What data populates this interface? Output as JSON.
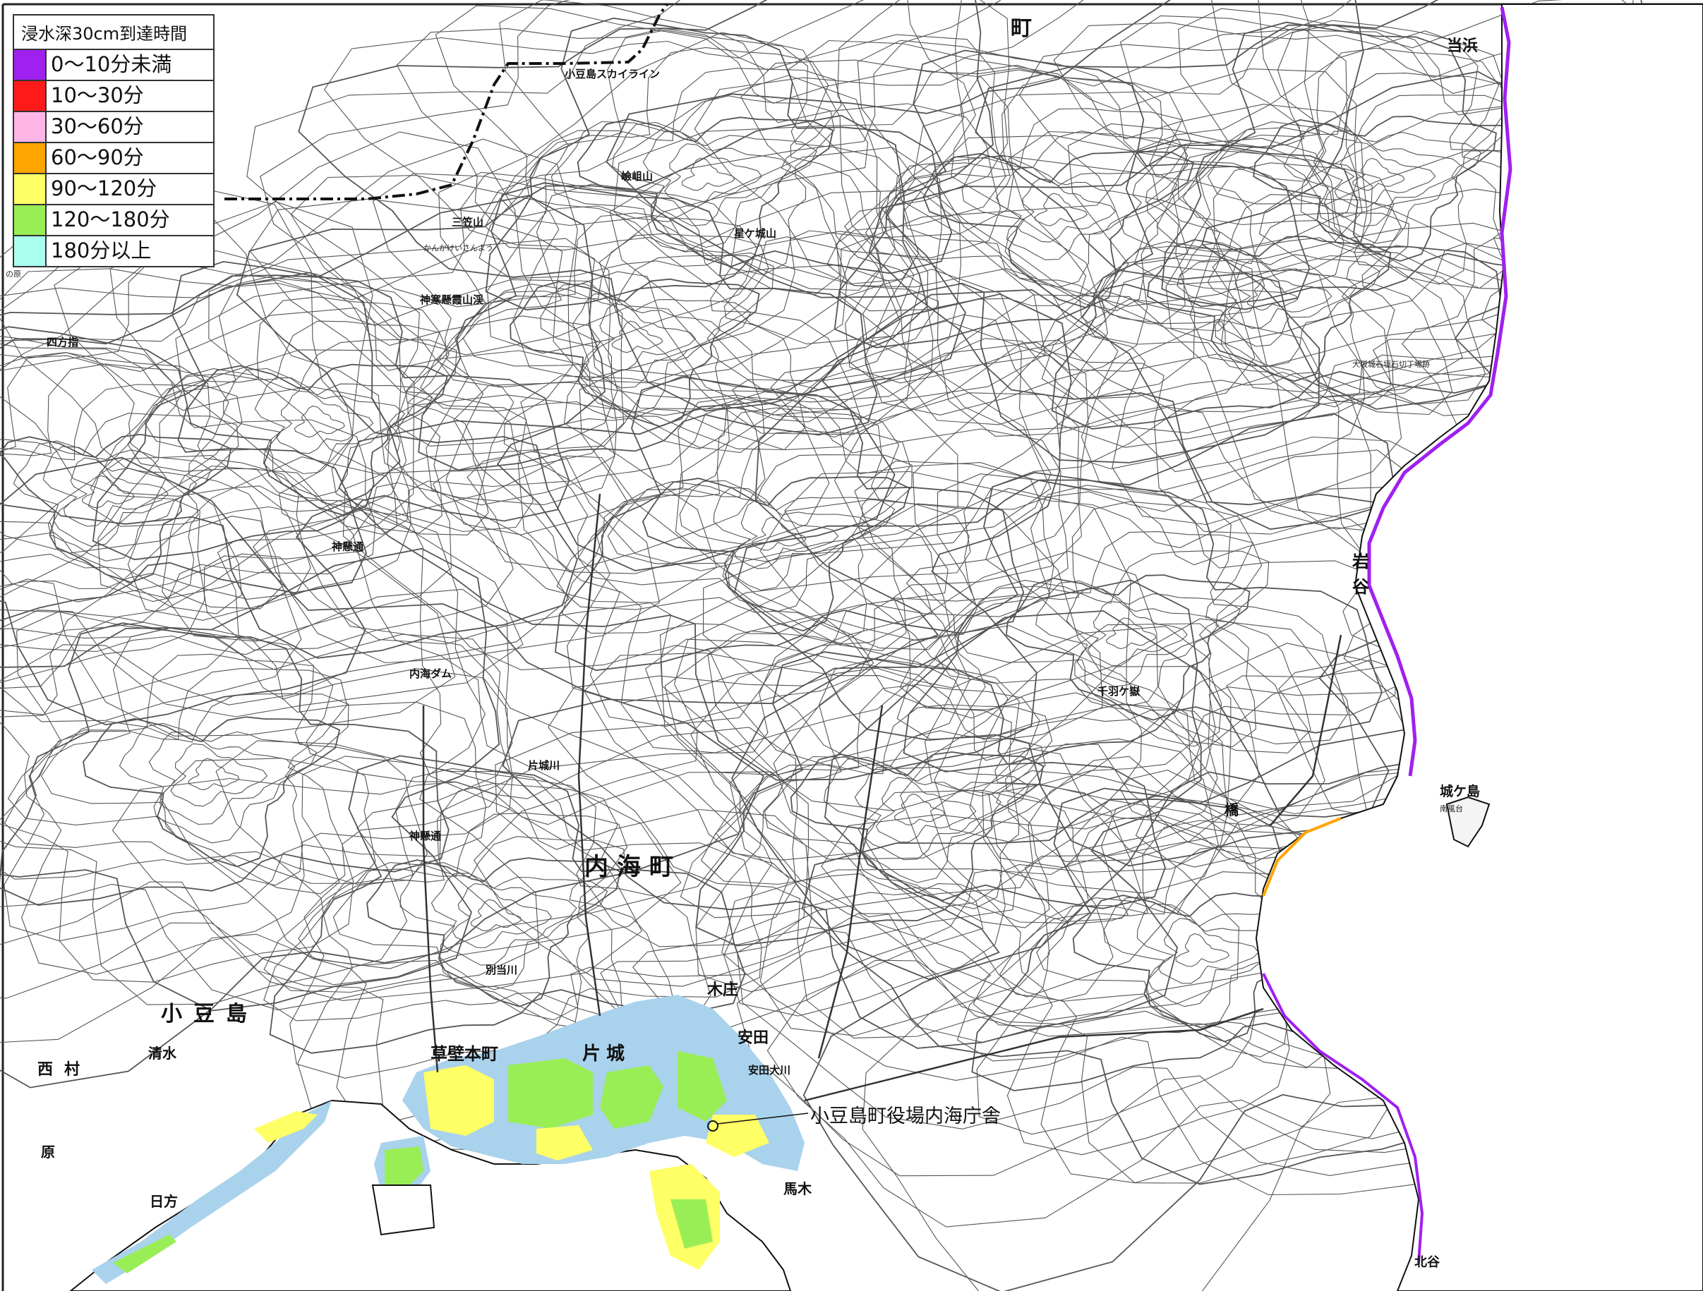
{
  "legend": {
    "title": "浸水深30cm到達時間",
    "items": [
      {
        "label": "0〜10分未満",
        "color": "#a020f0"
      },
      {
        "label": "10〜30分",
        "color": "#ff1a1a"
      },
      {
        "label": "30〜60分",
        "color": "#ffb6e6"
      },
      {
        "label": "60〜90分",
        "color": "#ffa500"
      },
      {
        "label": "90〜120分",
        "color": "#ffff66"
      },
      {
        "label": "120〜180分",
        "color": "#99ee55"
      },
      {
        "label": "180分以上",
        "color": "#aaffee"
      }
    ]
  },
  "callout": {
    "label": "小豆島町役場内海庁舎"
  },
  "places": {
    "machi_top": "町",
    "atohama": "当浜",
    "iwaya_1": "岩",
    "iwaya_2": "谷",
    "jogashima": "城ケ島",
    "tachibana": "橋",
    "uchinomi": "内海町",
    "shodoshima": "小豆島",
    "kusakabe": "草壁本町",
    "katajo": "片城",
    "yasuda": "安田",
    "yasuda_river": "安田大川",
    "kisho": "木庄",
    "nishimura": "西村",
    "shimizu": "清水",
    "hara": "原",
    "hikata": "日方",
    "umaki": "馬木",
    "kitadani": "北谷",
    "shiho": "四方指",
    "mikasa": "三笠山",
    "kankakei": "神懸通",
    "kankakei_2": "神懸通",
    "kankakei_vert": "神寒懸霞山渓",
    "uchinomi_dam": "内海ダム",
    "katajo_river": "片城川",
    "beppu_river": "別当川",
    "sennoba": "千羽ケ嶽",
    "hoshigajo": "星ケ城山",
    "minenoyama": "嶮岨山",
    "skyline": "小豆島スカイライン",
    "oosaka": "大坂城石垣石切丁場跡",
    "nampudai": "南風台",
    "kono_hara": "の原",
    "kanka_kana": "かんかけいさんよう"
  },
  "colors": {
    "flood_blue": "#a9d2ec",
    "flood_green": "#99ee55",
    "flood_yellow": "#ffff66",
    "flood_purple": "#a020f0",
    "flood_orange": "#ffa500",
    "contour": "#555555"
  }
}
